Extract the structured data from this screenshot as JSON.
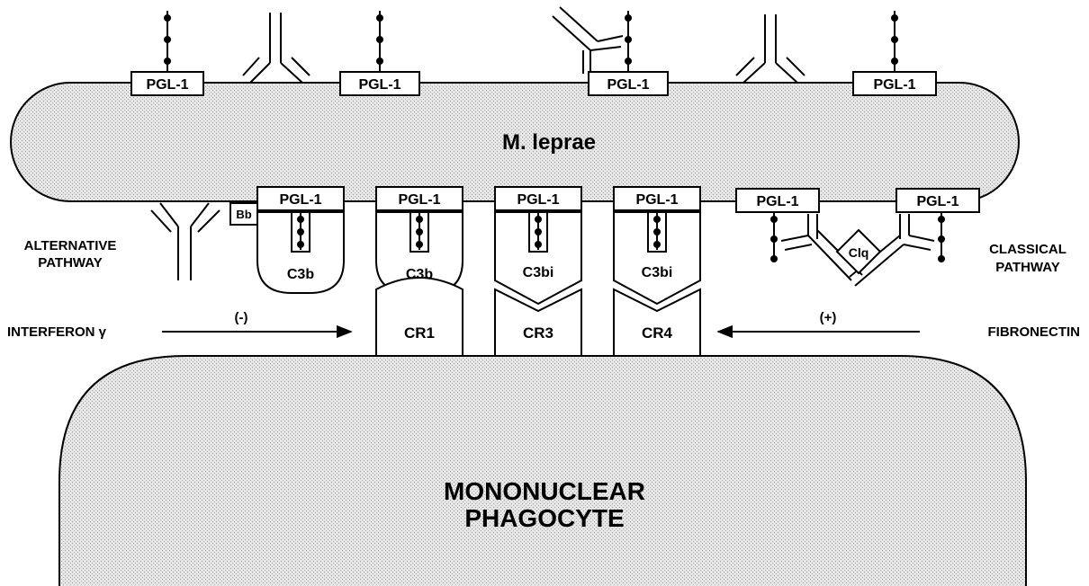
{
  "organism_label": "M. leprae",
  "host_cell_label_line1": "MONONUCLEAR",
  "host_cell_label_line2": "PHAGOCYTE",
  "glycolipid_label": "PGL-1",
  "complement_bb": "Bb",
  "complement_c1q": "Clq",
  "complement_c3b": "C3b",
  "complement_c3bi": "C3bi",
  "receptors": {
    "cr1": "CR1",
    "cr3": "CR3",
    "cr4": "CR4"
  },
  "pathways": {
    "alternative_line1": "ALTERNATIVE",
    "alternative_line2": "PATHWAY",
    "classical_line1": "CLASSICAL",
    "classical_line2": "PATHWAY"
  },
  "modulators": {
    "interferon": "INTERFERON γ",
    "interferon_effect": "(-)",
    "fibronectin": "FIBRONECTIN",
    "fibronectin_effect": "(+)"
  },
  "colors": {
    "line": "#000000",
    "shaded_fill": "#dcdcdc",
    "box_fill": "#ffffff"
  }
}
